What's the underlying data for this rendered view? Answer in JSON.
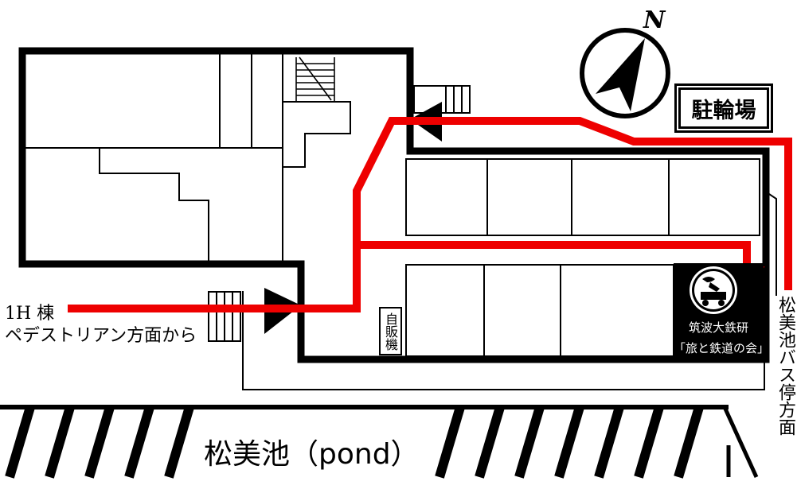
{
  "map": {
    "origin_label": {
      "line1": "1H 棟",
      "line2": "ペデストリアン方面から"
    },
    "bicycle_parking": "駐輪場",
    "vending_machine": "自販機",
    "club": {
      "name": "筑波大鉄研",
      "subtitle": "「旅と鉄道の会」"
    },
    "bus_stop_direction": "松美池バス停方面",
    "pond": "松美池（pond）",
    "north_label": "N",
    "colors": {
      "route": "#ee0000",
      "walls": "#000000",
      "background": "#ffffff"
    },
    "icons": [
      "north-compass-icon",
      "entrance-arrow-icon",
      "route-arrowhead-icon",
      "club-logo-icon"
    ]
  }
}
